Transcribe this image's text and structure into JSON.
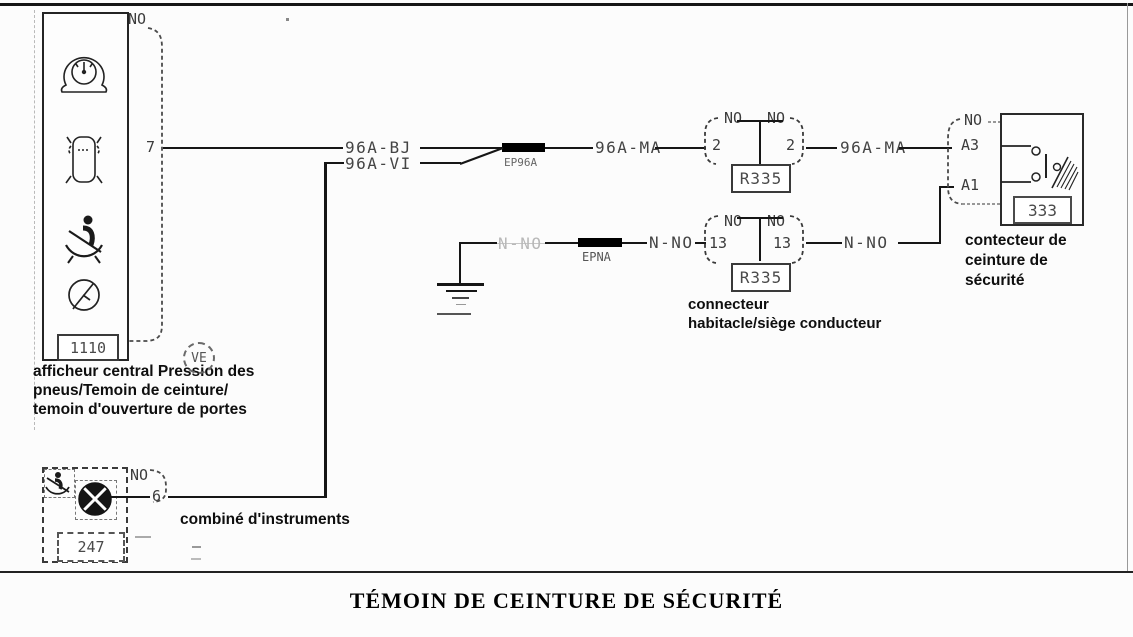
{
  "title": "TÉMOIN DE CEINTURE DE SÉCURITÉ",
  "badge_ve": "VE",
  "afficheur": {
    "group": "NO",
    "pin": "7",
    "id": "1110",
    "caption1": "afficheur central Pression des",
    "caption2": "pneus/Temoin de ceinture/",
    "caption3": "temoin d'ouverture de portes",
    "icons": [
      "tyre-pressure-gauge-icon",
      "car-top-view-icon",
      "seatbelt-warning-icon",
      "door-open-warning-icon"
    ]
  },
  "combine": {
    "group": "NO",
    "pin": "6",
    "id": "247",
    "caption": "combiné d'instruments",
    "icons": [
      "seatbelt-warning-icon",
      "warning-lamp-icon"
    ]
  },
  "contacteur": {
    "group": "NO",
    "pin_top": "A3",
    "pin_bottom": "A1",
    "id": "333",
    "caption1": "contecteur de",
    "caption2": "ceinture de",
    "caption3": "sécurité",
    "icons": [
      "seatbelt-switch-icon"
    ]
  },
  "connector_top": {
    "group_left": "NO",
    "group_right": "NO",
    "pin_left": "2",
    "pin_right": "2",
    "id": "R335"
  },
  "connector_bottom": {
    "group_left": "NO",
    "group_right": "NO",
    "pin_left": "13",
    "pin_right": "13",
    "id": "R335",
    "caption1": "connecteur",
    "caption2": "habitacle/siège conducteur"
  },
  "wires": {
    "bj": "96A-BJ",
    "vi": "96A-VI",
    "ma_left": "96A-MA",
    "ma_right": "96A-MA",
    "n_ground": "N-NO",
    "n_left": "N-NO",
    "n_right": "N-NO"
  },
  "splices": {
    "top": "EP96A",
    "bottom": "EPNA"
  },
  "colors": {
    "line": "#161616",
    "ground_symbol": "#161616",
    "faded_label": "#b8b8b8"
  }
}
